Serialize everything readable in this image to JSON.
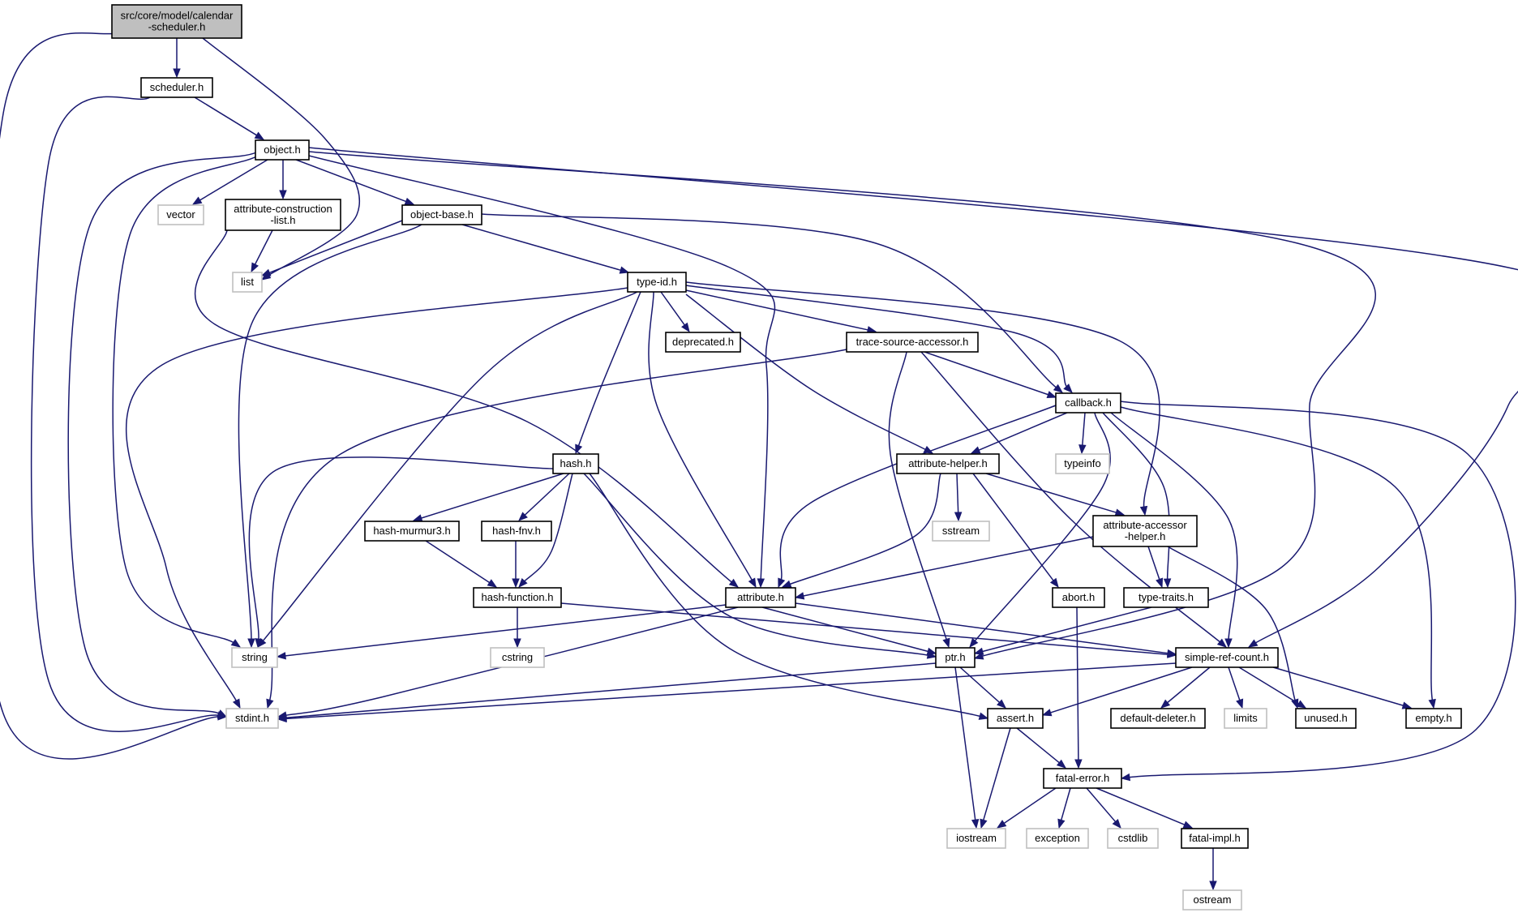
{
  "diagram": {
    "colors": {
      "edge": "#191970",
      "node_border": "#000000",
      "external_border": "#bfbfbf",
      "root_fill": "#bfbfbf",
      "node_fill": "#ffffff"
    },
    "nodes": [
      {
        "id": "root",
        "lines": [
          "src/core/model/calendar",
          "-scheduler.h"
        ],
        "kind": "root"
      },
      {
        "id": "scheduler",
        "lines": [
          "scheduler.h"
        ],
        "kind": "header"
      },
      {
        "id": "object",
        "lines": [
          "object.h"
        ],
        "kind": "header"
      },
      {
        "id": "vector",
        "lines": [
          "vector"
        ],
        "kind": "external"
      },
      {
        "id": "attrconstr",
        "lines": [
          "attribute-construction",
          "-list.h"
        ],
        "kind": "header"
      },
      {
        "id": "objectbase",
        "lines": [
          "object-base.h"
        ],
        "kind": "header"
      },
      {
        "id": "list",
        "lines": [
          "list"
        ],
        "kind": "external"
      },
      {
        "id": "typeid",
        "lines": [
          "type-id.h"
        ],
        "kind": "header"
      },
      {
        "id": "deprecated",
        "lines": [
          "deprecated.h"
        ],
        "kind": "header"
      },
      {
        "id": "tsa",
        "lines": [
          "trace-source-accessor.h"
        ],
        "kind": "header"
      },
      {
        "id": "callback",
        "lines": [
          "callback.h"
        ],
        "kind": "header"
      },
      {
        "id": "typeinfo",
        "lines": [
          "typeinfo"
        ],
        "kind": "external"
      },
      {
        "id": "hash",
        "lines": [
          "hash.h"
        ],
        "kind": "header"
      },
      {
        "id": "attrhelper",
        "lines": [
          "attribute-helper.h"
        ],
        "kind": "header"
      },
      {
        "id": "sstream",
        "lines": [
          "sstream"
        ],
        "kind": "external"
      },
      {
        "id": "aah",
        "lines": [
          "attribute-accessor",
          "-helper.h"
        ],
        "kind": "header"
      },
      {
        "id": "murmur",
        "lines": [
          "hash-murmur3.h"
        ],
        "kind": "header"
      },
      {
        "id": "fnv",
        "lines": [
          "hash-fnv.h"
        ],
        "kind": "header"
      },
      {
        "id": "hashfn",
        "lines": [
          "hash-function.h"
        ],
        "kind": "header"
      },
      {
        "id": "attribute",
        "lines": [
          "attribute.h"
        ],
        "kind": "header"
      },
      {
        "id": "abort",
        "lines": [
          "abort.h"
        ],
        "kind": "header"
      },
      {
        "id": "typetraits",
        "lines": [
          "type-traits.h"
        ],
        "kind": "header"
      },
      {
        "id": "string",
        "lines": [
          "string"
        ],
        "kind": "external"
      },
      {
        "id": "cstring",
        "lines": [
          "cstring"
        ],
        "kind": "external"
      },
      {
        "id": "ptr",
        "lines": [
          "ptr.h"
        ],
        "kind": "header"
      },
      {
        "id": "src",
        "lines": [
          "simple-ref-count.h"
        ],
        "kind": "header"
      },
      {
        "id": "stdint",
        "lines": [
          "stdint.h"
        ],
        "kind": "external"
      },
      {
        "id": "assert",
        "lines": [
          "assert.h"
        ],
        "kind": "header"
      },
      {
        "id": "defdel",
        "lines": [
          "default-deleter.h"
        ],
        "kind": "header"
      },
      {
        "id": "limits",
        "lines": [
          "limits"
        ],
        "kind": "external"
      },
      {
        "id": "unused",
        "lines": [
          "unused.h"
        ],
        "kind": "header"
      },
      {
        "id": "empty",
        "lines": [
          "empty.h"
        ],
        "kind": "header"
      },
      {
        "id": "fatalerror",
        "lines": [
          "fatal-error.h"
        ],
        "kind": "header"
      },
      {
        "id": "iostream",
        "lines": [
          "iostream"
        ],
        "kind": "external"
      },
      {
        "id": "exception",
        "lines": [
          "exception"
        ],
        "kind": "external"
      },
      {
        "id": "cstdlib",
        "lines": [
          "cstdlib"
        ],
        "kind": "external"
      },
      {
        "id": "fatalimpl",
        "lines": [
          "fatal-impl.h"
        ],
        "kind": "header"
      },
      {
        "id": "ostream",
        "lines": [
          "ostream"
        ],
        "kind": "external"
      }
    ],
    "edges": [
      [
        "root",
        "scheduler"
      ],
      [
        "root",
        "list"
      ],
      [
        "root",
        "stdint"
      ],
      [
        "scheduler",
        "object"
      ],
      [
        "scheduler",
        "stdint"
      ],
      [
        "object",
        "vector"
      ],
      [
        "object",
        "attrconstr"
      ],
      [
        "object",
        "objectbase"
      ],
      [
        "object",
        "string"
      ],
      [
        "object",
        "stdint"
      ],
      [
        "object",
        "attribute"
      ],
      [
        "object",
        "ptr"
      ],
      [
        "object",
        "src"
      ],
      [
        "attrconstr",
        "list"
      ],
      [
        "attrconstr",
        "attribute"
      ],
      [
        "objectbase",
        "list"
      ],
      [
        "objectbase",
        "typeid"
      ],
      [
        "objectbase",
        "callback"
      ],
      [
        "objectbase",
        "string"
      ],
      [
        "typeid",
        "deprecated"
      ],
      [
        "typeid",
        "tsa"
      ],
      [
        "typeid",
        "callback"
      ],
      [
        "typeid",
        "hash"
      ],
      [
        "typeid",
        "attrhelper"
      ],
      [
        "typeid",
        "aah"
      ],
      [
        "typeid",
        "attribute"
      ],
      [
        "typeid",
        "string"
      ],
      [
        "typeid",
        "stdint"
      ],
      [
        "tsa",
        "callback"
      ],
      [
        "tsa",
        "stdint"
      ],
      [
        "tsa",
        "ptr"
      ],
      [
        "tsa",
        "src"
      ],
      [
        "callback",
        "typeinfo"
      ],
      [
        "callback",
        "attrhelper"
      ],
      [
        "callback",
        "attribute"
      ],
      [
        "callback",
        "ptr"
      ],
      [
        "callback",
        "src"
      ],
      [
        "callback",
        "typetraits"
      ],
      [
        "callback",
        "empty"
      ],
      [
        "callback",
        "fatalerror"
      ],
      [
        "hash",
        "murmur"
      ],
      [
        "hash",
        "fnv"
      ],
      [
        "hash",
        "hashfn"
      ],
      [
        "hash",
        "string"
      ],
      [
        "hash",
        "ptr"
      ],
      [
        "hash",
        "assert"
      ],
      [
        "attrhelper",
        "sstream"
      ],
      [
        "attrhelper",
        "abort"
      ],
      [
        "attrhelper",
        "aah"
      ],
      [
        "attrhelper",
        "attribute"
      ],
      [
        "aah",
        "attribute"
      ],
      [
        "aah",
        "typetraits"
      ],
      [
        "aah",
        "unused"
      ],
      [
        "murmur",
        "hashfn"
      ],
      [
        "fnv",
        "hashfn"
      ],
      [
        "hashfn",
        "cstring"
      ],
      [
        "hashfn",
        "src"
      ],
      [
        "attribute",
        "string"
      ],
      [
        "attribute",
        "stdint"
      ],
      [
        "attribute",
        "ptr"
      ],
      [
        "attribute",
        "src"
      ],
      [
        "abort",
        "fatalerror"
      ],
      [
        "typetraits",
        "ptr"
      ],
      [
        "ptr",
        "stdint"
      ],
      [
        "ptr",
        "assert"
      ],
      [
        "ptr",
        "iostream"
      ],
      [
        "src",
        "stdint"
      ],
      [
        "src",
        "assert"
      ],
      [
        "src",
        "defdel"
      ],
      [
        "src",
        "limits"
      ],
      [
        "src",
        "unused"
      ],
      [
        "src",
        "empty"
      ],
      [
        "assert",
        "fatalerror"
      ],
      [
        "assert",
        "iostream"
      ],
      [
        "fatalerror",
        "iostream"
      ],
      [
        "fatalerror",
        "exception"
      ],
      [
        "fatalerror",
        "cstdlib"
      ],
      [
        "fatalerror",
        "fatalimpl"
      ],
      [
        "fatalimpl",
        "ostream"
      ]
    ]
  }
}
